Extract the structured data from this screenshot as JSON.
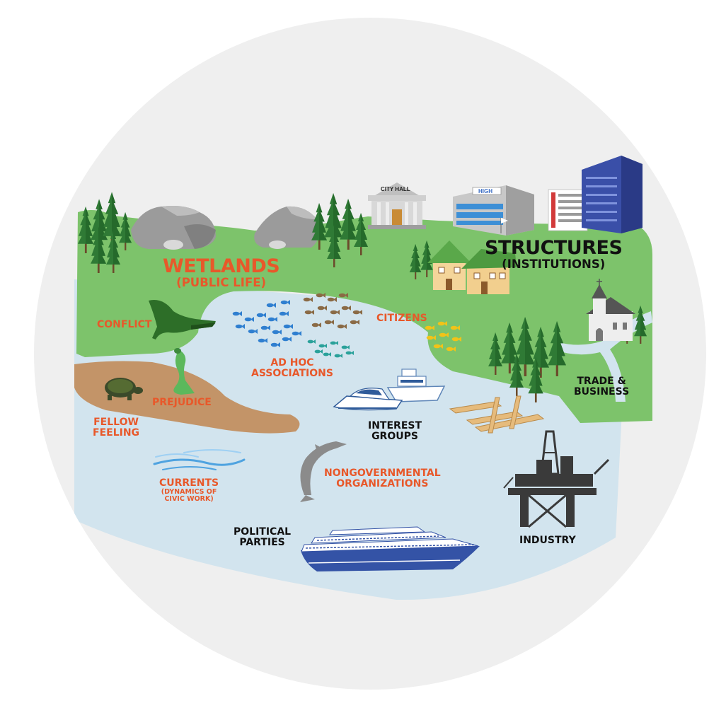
{
  "wetlands": {
    "title": "WETLANDS",
    "subtitle": "(PUBLIC LIFE)"
  },
  "structures": {
    "title": "STRUCTURES",
    "subtitle": "(INSTITUTIONS)"
  },
  "labels": {
    "conflict": "CONFLICT",
    "prejudice": "PREJUDICE",
    "fellow_feeling_1": "FELLOW",
    "fellow_feeling_2": "FEELING",
    "ad_hoc_1": "AD HOC",
    "ad_hoc_2": "ASSOCIATIONS",
    "citizens": "CITIZENS",
    "interest_1": "INTEREST",
    "interest_2": "GROUPS",
    "trade_1": "TRADE &",
    "trade_2": "BUSINESS",
    "currents": "CURRENTS",
    "currents_sub_1": "(DYNAMICS OF",
    "currents_sub_2": "CIVIC WORK)",
    "ngo_1": "NONGOVERNMENTAL",
    "ngo_2": "ORGANIZATIONS",
    "political_1": "POLITICAL",
    "political_2": "PARTIES",
    "industry": "INDUSTRY"
  },
  "signs": {
    "city_hall": "CITY HALL",
    "high_school": "HIGH"
  },
  "colors": {
    "background_circle": "#efefef",
    "land": "#7dc36b",
    "water": "#d2e4ee",
    "mud": "#c39468",
    "orange_text": "#e8582a",
    "black_text": "#111111"
  }
}
